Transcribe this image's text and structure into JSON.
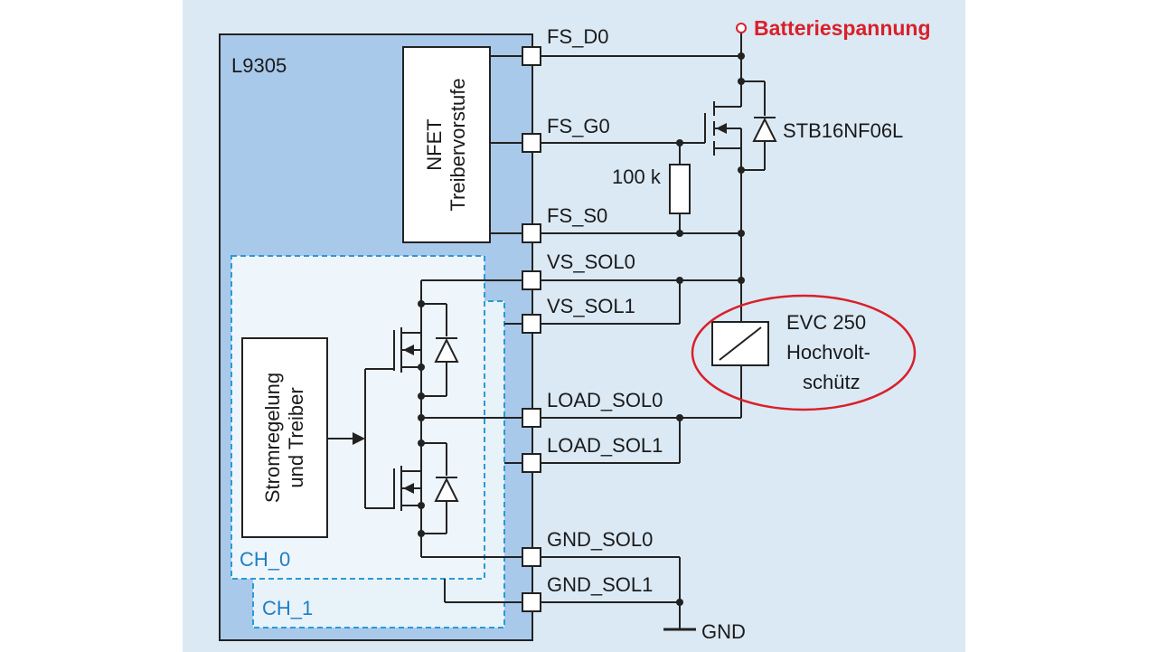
{
  "chip": {
    "name": "L9305"
  },
  "blocks": {
    "nfet_line1": "NFET",
    "nfet_line2": "Treibervorstufe",
    "strom_line1": "Stromregelung",
    "strom_line2": "und Treiber"
  },
  "channels": {
    "ch0": "CH_0",
    "ch1": "CH_1"
  },
  "pins": {
    "fs_d0": "FS_D0",
    "fs_g0": "FS_G0",
    "fs_s0": "FS_S0",
    "vs_sol0": "VS_SOL0",
    "vs_sol1": "VS_SOL1",
    "load_sol0": "LOAD_SOL0",
    "load_sol1": "LOAD_SOL1",
    "gnd_sol0": "GND_SOL0",
    "gnd_sol1": "GND_SOL1"
  },
  "external": {
    "battery": "Batteriespannung",
    "mosfet": "STB16NF06L",
    "resistor": "100 k",
    "contactor_line1": "EVC 250",
    "contactor_line2": "Hochvolt-",
    "contactor_line3": "schütz",
    "gnd": "GND"
  },
  "colors": {
    "background": "#dbe9f4",
    "chip_fill": "#a9c9ea",
    "channel_border": "#2a9ad6",
    "channel_fill": "#e8f2f9",
    "highlight": "#d9202a",
    "label_blue": "#1e7fc4"
  }
}
